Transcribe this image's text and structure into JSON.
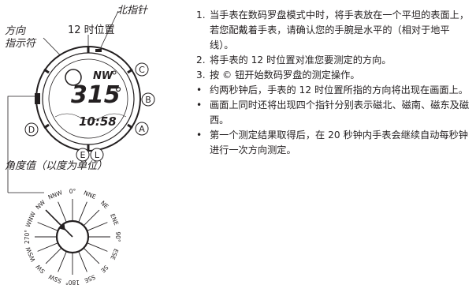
{
  "labels": {
    "north_pointer": "北指针",
    "direction_indicator_line1": "方向",
    "direction_indicator_line2": "指示符",
    "twelve_oclock": "12 时位置",
    "angle_value": "角度值（以度为单位）"
  },
  "watch": {
    "direction": "NW",
    "degree_value": "315",
    "time_value": "10:58",
    "buttons": [
      "C",
      "B",
      "A",
      "E",
      "L",
      "D"
    ]
  },
  "compass_rose": {
    "labels": [
      "0°",
      "NNE",
      "NE",
      "ENE",
      "90°",
      "ESE",
      "SE",
      "SSE",
      "180°",
      "SSW",
      "SW",
      "WSW",
      "270°",
      "WNW",
      "NW",
      "NNW"
    ]
  },
  "steps": [
    {
      "n": "1.",
      "text": "当手表在数码罗盘模式中时，将手表放在一个平坦的表面上，若您配戴着手表，请确认您的手腕是水平的（相对于地平线）。"
    },
    {
      "n": "2.",
      "text": "将手表的 12 时位置对准您要测定的方向。"
    },
    {
      "n": "3.",
      "text": "按 © 钮开始数码罗盘的测定操作。"
    }
  ],
  "bullets": [
    "约两秒钟后，手表的 12 时位置所指的方向将出现在画面上。",
    "画面上同时还将出现四个指针分别表示磁北、磁南、磁东及磁西。",
    "第一个测定结果取得后，在 20 秒钟内手表会继续自动每秒钟进行一次方向测定。"
  ]
}
